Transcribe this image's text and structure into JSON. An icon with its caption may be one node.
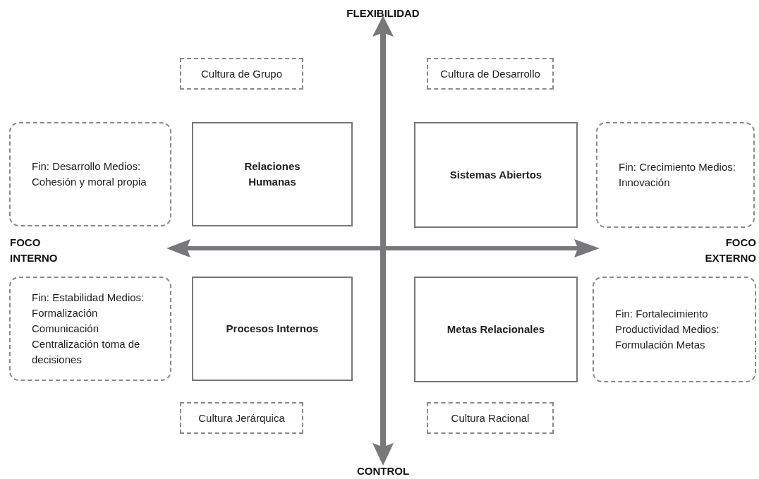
{
  "diagram": {
    "nodes": [
      {
        "text": [
          "Cultura de Grupo"
        ]
      },
      {
        "text": [
          "Cultura de Desarrollo"
        ]
      },
      {
        "text": [
          "Fin: Desarrollo Medios: Cohesión y moral propia"
        ]
      },
      {
        "text": [
          "Relaciones Humanas"
        ]
      },
      {
        "text": [
          "Sistemas Abiertos"
        ]
      },
      {
        "text": [
          "Fin: Crecimiento Medios: Innovación"
        ]
      },
      {
        "text": [
          "Fin: Estabilidad Medios: Formalización Comunicación Centralización toma de decisiones"
        ]
      },
      {
        "text": [
          "Procesos Internos"
        ]
      },
      {
        "text": [
          "Metas Relacionales"
        ]
      },
      {
        "text": [
          "Fin: Fortalecimiento Productividad Medios: Formulación Metas"
        ]
      },
      {
        "text": [
          "Cultura Jerárquica"
        ]
      },
      {
        "text": [
          "Cultura Racional"
        ]
      }
    ],
    "edges": [],
    "labels": [
      "FLEXIBILIDAD",
      "FOCO INTERNO",
      "FOCO EXTERNO",
      "CONTROL"
    ]
  }
}
